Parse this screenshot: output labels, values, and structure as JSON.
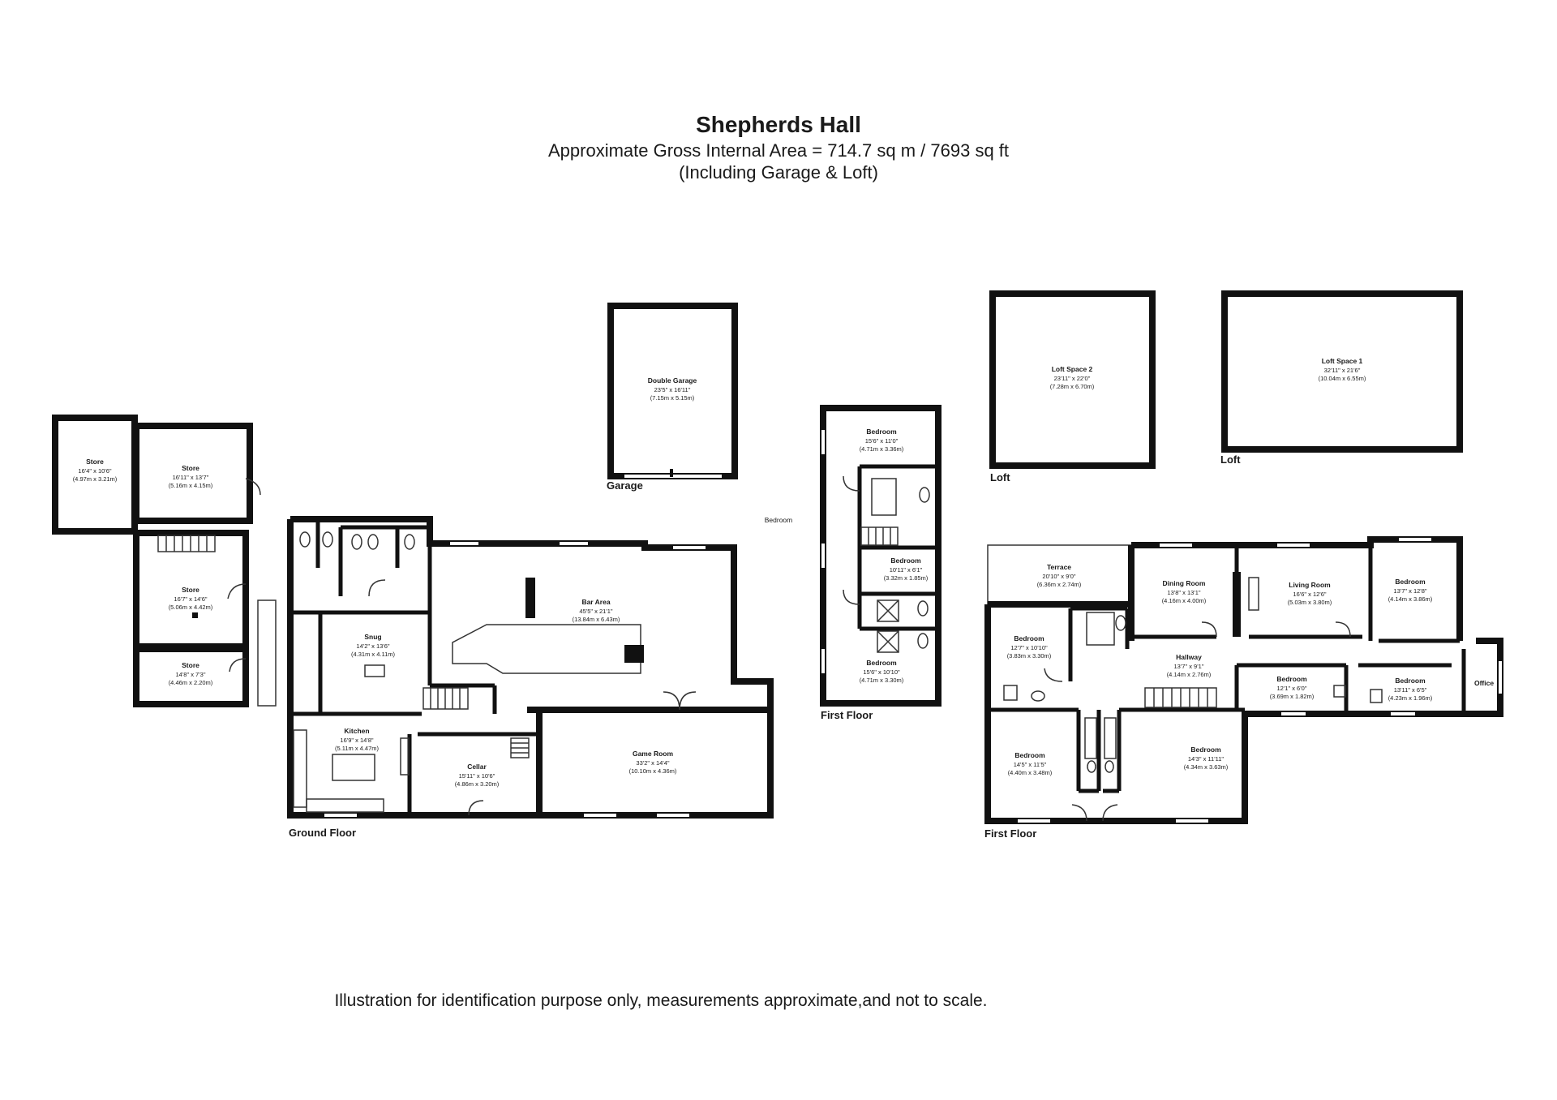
{
  "header": {
    "title": "Shepherds Hall",
    "area": "Approximate Gross Internal Area = 714.7 sq m / 7693 sq ft",
    "including": "(Including Garage & Loft)"
  },
  "disclaimer": "Illustration for identification purpose only, measurements approximate,and not to scale.",
  "floor_labels": {
    "ground": "Ground Floor",
    "garage": "Garage",
    "first_left": "First Floor",
    "loft_2": "Loft",
    "loft_1": "Loft",
    "first_right": "First Floor"
  },
  "stray_label": "Bedroom",
  "rooms": {
    "store_a": {
      "name": "Store",
      "imperial": "16'4\" x 10'6\"",
      "metric": "(4.97m x 3.21m)"
    },
    "store_b": {
      "name": "Store",
      "imperial": "16'11\" x 13'7\"",
      "metric": "(5.16m x 4.15m)"
    },
    "store_c": {
      "name": "Store",
      "imperial": "16'7\" x 14'6\"",
      "metric": "(5.06m x 4.42m)"
    },
    "store_d": {
      "name": "Store",
      "imperial": "14'8\" x 7'3\"",
      "metric": "(4.46m x 2.20m)"
    },
    "snug": {
      "name": "Snug",
      "imperial": "14'2\" x 13'6\"",
      "metric": "(4.31m x 4.11m)"
    },
    "kitchen": {
      "name": "Kitchen",
      "imperial": "16'9\" x 14'8\"",
      "metric": "(5.11m x 4.47m)"
    },
    "cellar": {
      "name": "Cellar",
      "imperial": "15'11\" x 10'6\"",
      "metric": "(4.86m x 3.20m)"
    },
    "bar_area": {
      "name": "Bar Area",
      "imperial": "45'5\" x 21'1\"",
      "metric": "(13.84m x 6.43m)"
    },
    "game_room": {
      "name": "Game Room",
      "imperial": "33'2\" x 14'4\"",
      "metric": "(10.10m x 4.36m)"
    },
    "double_garage": {
      "name": "Double Garage",
      "imperial": "23'5\" x 16'11\"",
      "metric": "(7.15m x 5.15m)"
    },
    "ff_bed_top": {
      "name": "Bedroom",
      "imperial": "15'6\" x 11'0\"",
      "metric": "(4.71m x 3.36m)"
    },
    "ff_bed_mid": {
      "name": "Bedroom",
      "imperial": "10'11\" x 6'1\"",
      "metric": "(3.32m x 1.85m)"
    },
    "ff_bed_bot": {
      "name": "Bedroom",
      "imperial": "15'6\" x 10'10\"",
      "metric": "(4.71m x 3.30m)"
    },
    "loft_space_2": {
      "name": "Loft Space 2",
      "imperial": "23'11\" x 22'0\"",
      "metric": "(7.28m x 6.70m)"
    },
    "loft_space_1": {
      "name": "Loft Space 1",
      "imperial": "32'11\" x 21'6\"",
      "metric": "(10.04m x 6.55m)"
    },
    "terrace": {
      "name": "Terrace",
      "imperial": "20'10\" x 9'0\"",
      "metric": "(6.36m x 2.74m)"
    },
    "dining_room": {
      "name": "Dining Room",
      "imperial": "13'8\" x 13'1\"",
      "metric": "(4.16m x 4.00m)"
    },
    "living_room": {
      "name": "Living Room",
      "imperial": "16'6\" x 12'6\"",
      "metric": "(5.03m x 3.80m)"
    },
    "r_bed_tr": {
      "name": "Bedroom",
      "imperial": "13'7\" x 12'8\"",
      "metric": "(4.14m x 3.86m)"
    },
    "r_bed_left": {
      "name": "Bedroom",
      "imperial": "12'7\" x 10'10\"",
      "metric": "(3.83m x 3.30m)"
    },
    "hallway": {
      "name": "Hallway",
      "imperial": "13'7\" x 9'1\"",
      "metric": "(4.14m x 2.76m)"
    },
    "r_bed_small": {
      "name": "Bedroom",
      "imperial": "12'1\" x 6'0\"",
      "metric": "(3.69m x 1.82m)"
    },
    "r_bed_right": {
      "name": "Bedroom",
      "imperial": "13'11\" x 6'5\"",
      "metric": "(4.23m x 1.96m)"
    },
    "office": {
      "name": "Office"
    },
    "r_bed_bl": {
      "name": "Bedroom",
      "imperial": "14'5\" x 11'5\"",
      "metric": "(4.40m x 3.48m)"
    },
    "r_bed_br": {
      "name": "Bedroom",
      "imperial": "14'3\" x 11'11\"",
      "metric": "(4.34m x 3.63m)"
    }
  }
}
